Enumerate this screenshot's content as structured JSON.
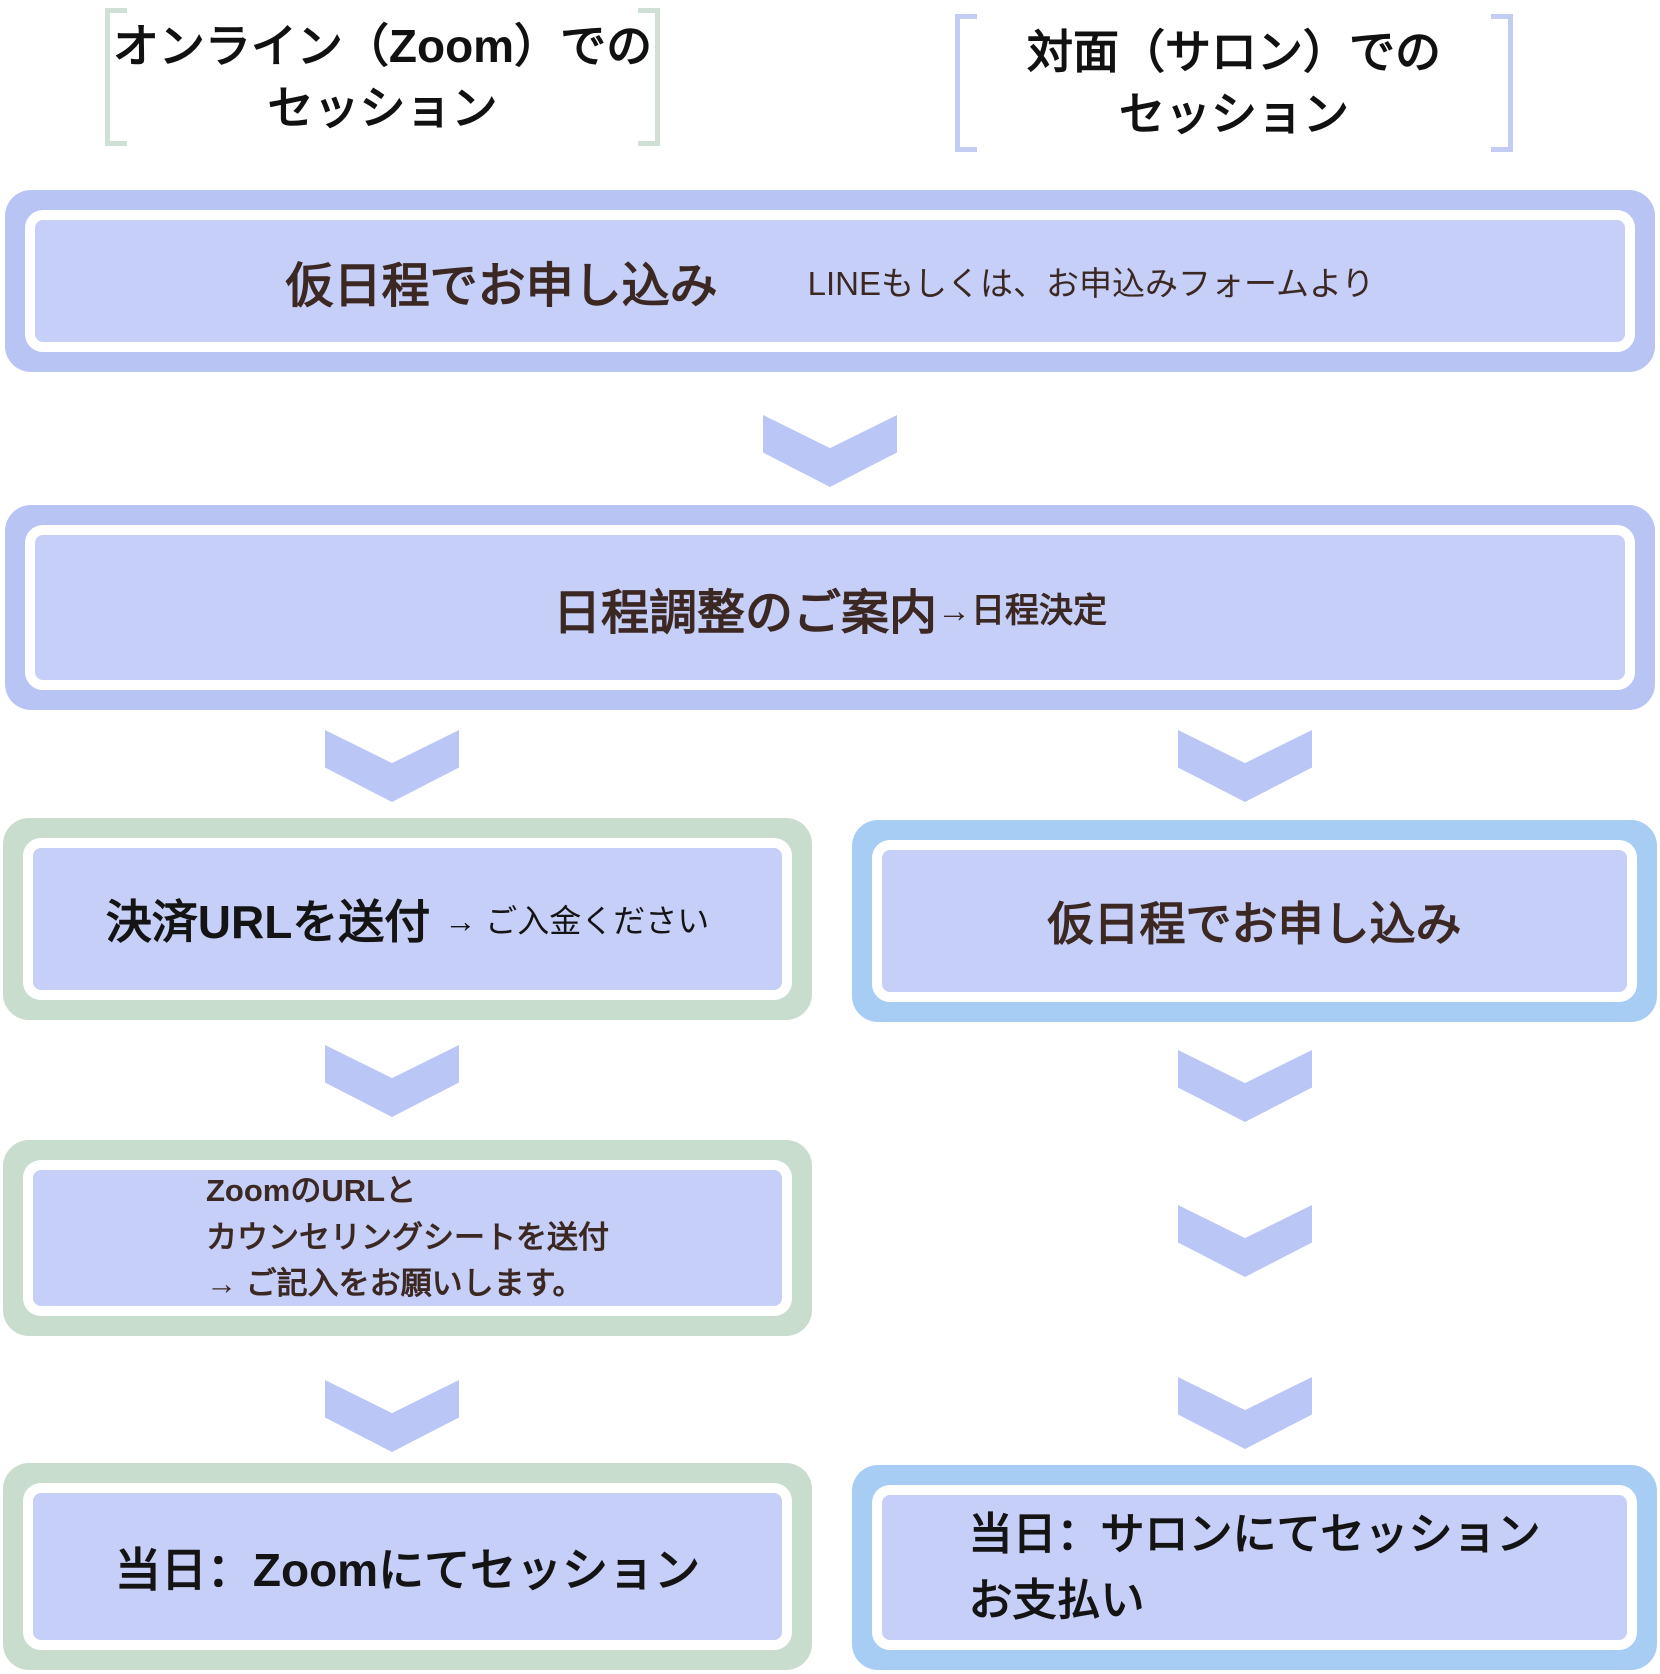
{
  "palette": {
    "periwinkle_inner_fill": "#c6cff8",
    "periwinkle_outer_band": "#b8c4f4",
    "chevron_arrow": "#bac6f5",
    "green_outer_band": "#c9ddcf",
    "blue_outer_band": "#a8cdf4",
    "white_ring": "#ffffff",
    "text_dark_brown": "#3c2823",
    "text_black": "#141414",
    "bracket_green": "#cfe0d6",
    "bracket_blue": "#c3cdf3"
  },
  "headers": {
    "online": {
      "line1": "オンライン（Zoom）での",
      "line2": "セッション"
    },
    "salon": {
      "line1": "対面（サロン）での",
      "line2": "セッション"
    }
  },
  "steps": {
    "apply": {
      "title": "仮日程でお申し込み",
      "note": "LINEもしくは、お申込みフォームより"
    },
    "schedule": {
      "title": "日程調整のご案内",
      "note": "→日程決定"
    },
    "payment": {
      "title": "決済URLを送付",
      "note": "→ ご入金ください"
    },
    "salon_apply": {
      "title": "仮日程でお申し込み"
    },
    "materials": {
      "lines": [
        "ZoomのURLと",
        "カウンセリングシートを送付",
        "→ ご記入をお願いします。"
      ]
    },
    "online_day": {
      "title": "当日：Zoomにてセッション"
    },
    "salon_day": {
      "line1": "当日：サロンにてセッション",
      "line2": "お支払い"
    }
  }
}
